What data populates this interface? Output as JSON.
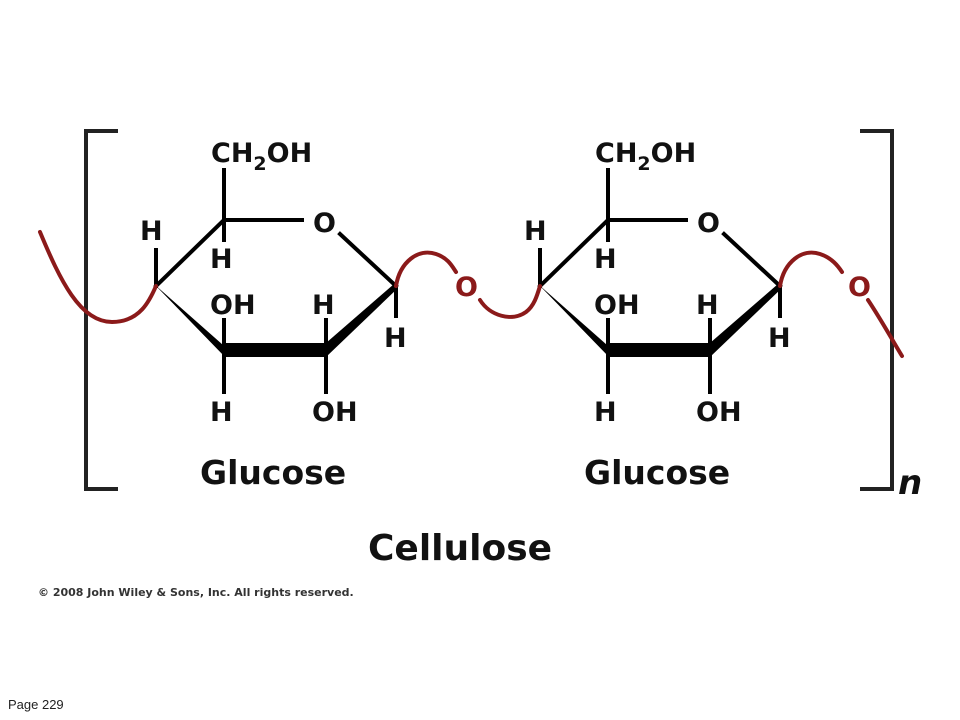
{
  "colors": {
    "ink": "#000000",
    "linkage": "#8b1a1a",
    "background": "#ffffff"
  },
  "units": [
    {
      "name": "Glucose",
      "ch2oh": "CH",
      "ch2oh_sub": "2",
      "ch2oh_tail": "OH",
      "ring_o": "O",
      "c4_h": "H",
      "c5_h": "H",
      "c3_oh": "OH",
      "c2_h": "H",
      "c1_h": "H",
      "c3_h": "H",
      "c2_oh": "OH"
    },
    {
      "name": "Glucose",
      "ch2oh": "CH",
      "ch2oh_sub": "2",
      "ch2oh_tail": "OH",
      "ring_o": "O",
      "c4_h": "H",
      "c5_h": "H",
      "c3_oh": "OH",
      "c2_h": "H",
      "c1_h": "H",
      "c3_h": "H",
      "c2_oh": "OH"
    }
  ],
  "linkages": {
    "middle_o": "O",
    "end_o": "O"
  },
  "repeat_index": "n",
  "title": "Cellulose",
  "copyright": "© 2008 John Wiley & Sons, Inc. All rights reserved.",
  "page_label": "Page 229"
}
